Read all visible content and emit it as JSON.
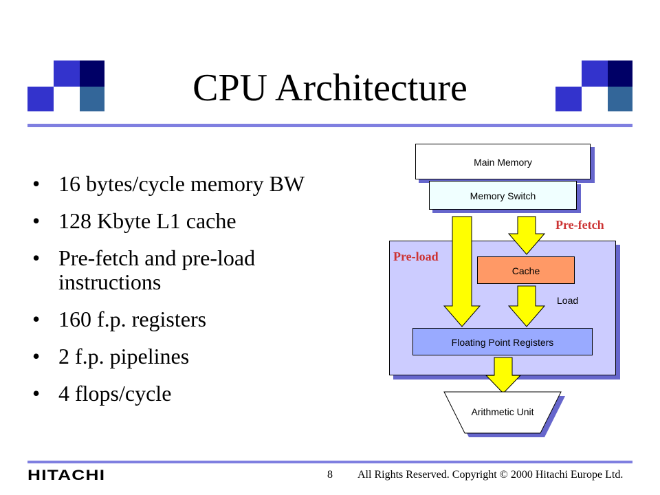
{
  "slide": {
    "title": "CPU Architecture",
    "bullet_char": "•",
    "bullets": [
      "16 bytes/cycle memory BW",
      "128 Kbyte L1 cache",
      "Pre-fetch and pre-load instructions",
      "160 f.p. registers",
      "2 f.p. pipelines",
      "4 flops/cycle"
    ]
  },
  "diagram": {
    "main_memory": "Main Memory",
    "memory_switch": "Memory Switch",
    "prefetch_label": "Pre-fetch",
    "preload_label": "Pre-load",
    "cache": "Cache",
    "load_label": "Load",
    "fp_registers": "Floating Point Registers",
    "arithmetic_unit": "Arithmetic Unit"
  },
  "footer": {
    "logo": "HITACHI",
    "page_number": "8",
    "copyright": "All Rights Reserved. Copyright © 2000 Hitachi Europe Ltd."
  },
  "colors": {
    "rule": "#7f7fe0",
    "deco_blue": "#3333cc",
    "deco_navy": "#000066",
    "deco_steel": "#336699",
    "processor_bg": "#ccccff",
    "cache_fill": "#ff9966",
    "fp_fill": "#99aaff",
    "arrow_fill": "#ffff00",
    "label_red": "#cc3333"
  }
}
